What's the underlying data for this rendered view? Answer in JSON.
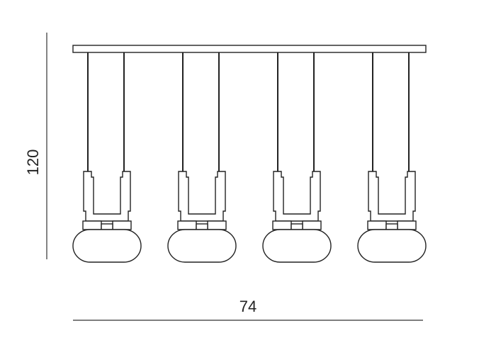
{
  "dimensions": {
    "height": "120",
    "width": "74"
  },
  "pendant_count": 4,
  "colors": {
    "line": "#222222",
    "dimension_line": "#333333",
    "background": "#ffffff"
  }
}
